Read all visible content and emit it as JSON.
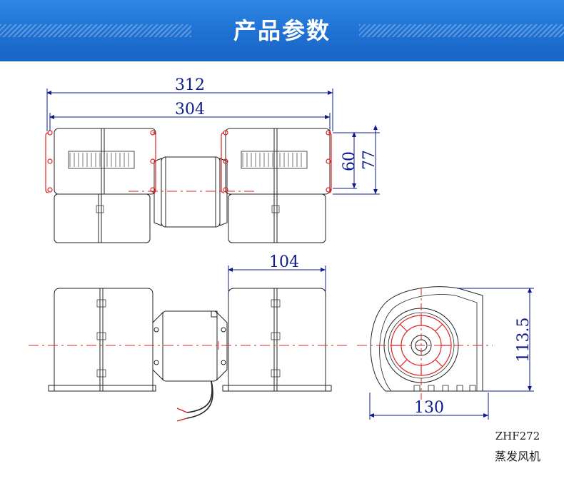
{
  "header": {
    "title": "产品参数"
  },
  "dimensions": {
    "overall_length": "312",
    "inner_length": "304",
    "depth_60": "60",
    "depth_77": "77",
    "housing_width": "104",
    "height": "113.5",
    "side_width": "130"
  },
  "product": {
    "model": "ZHF272",
    "name": "蒸发风机"
  },
  "colors": {
    "banner": "#1d6fd1",
    "dimension": "#0d1a8c",
    "centerline": "#e02020",
    "outline": "#222222"
  }
}
